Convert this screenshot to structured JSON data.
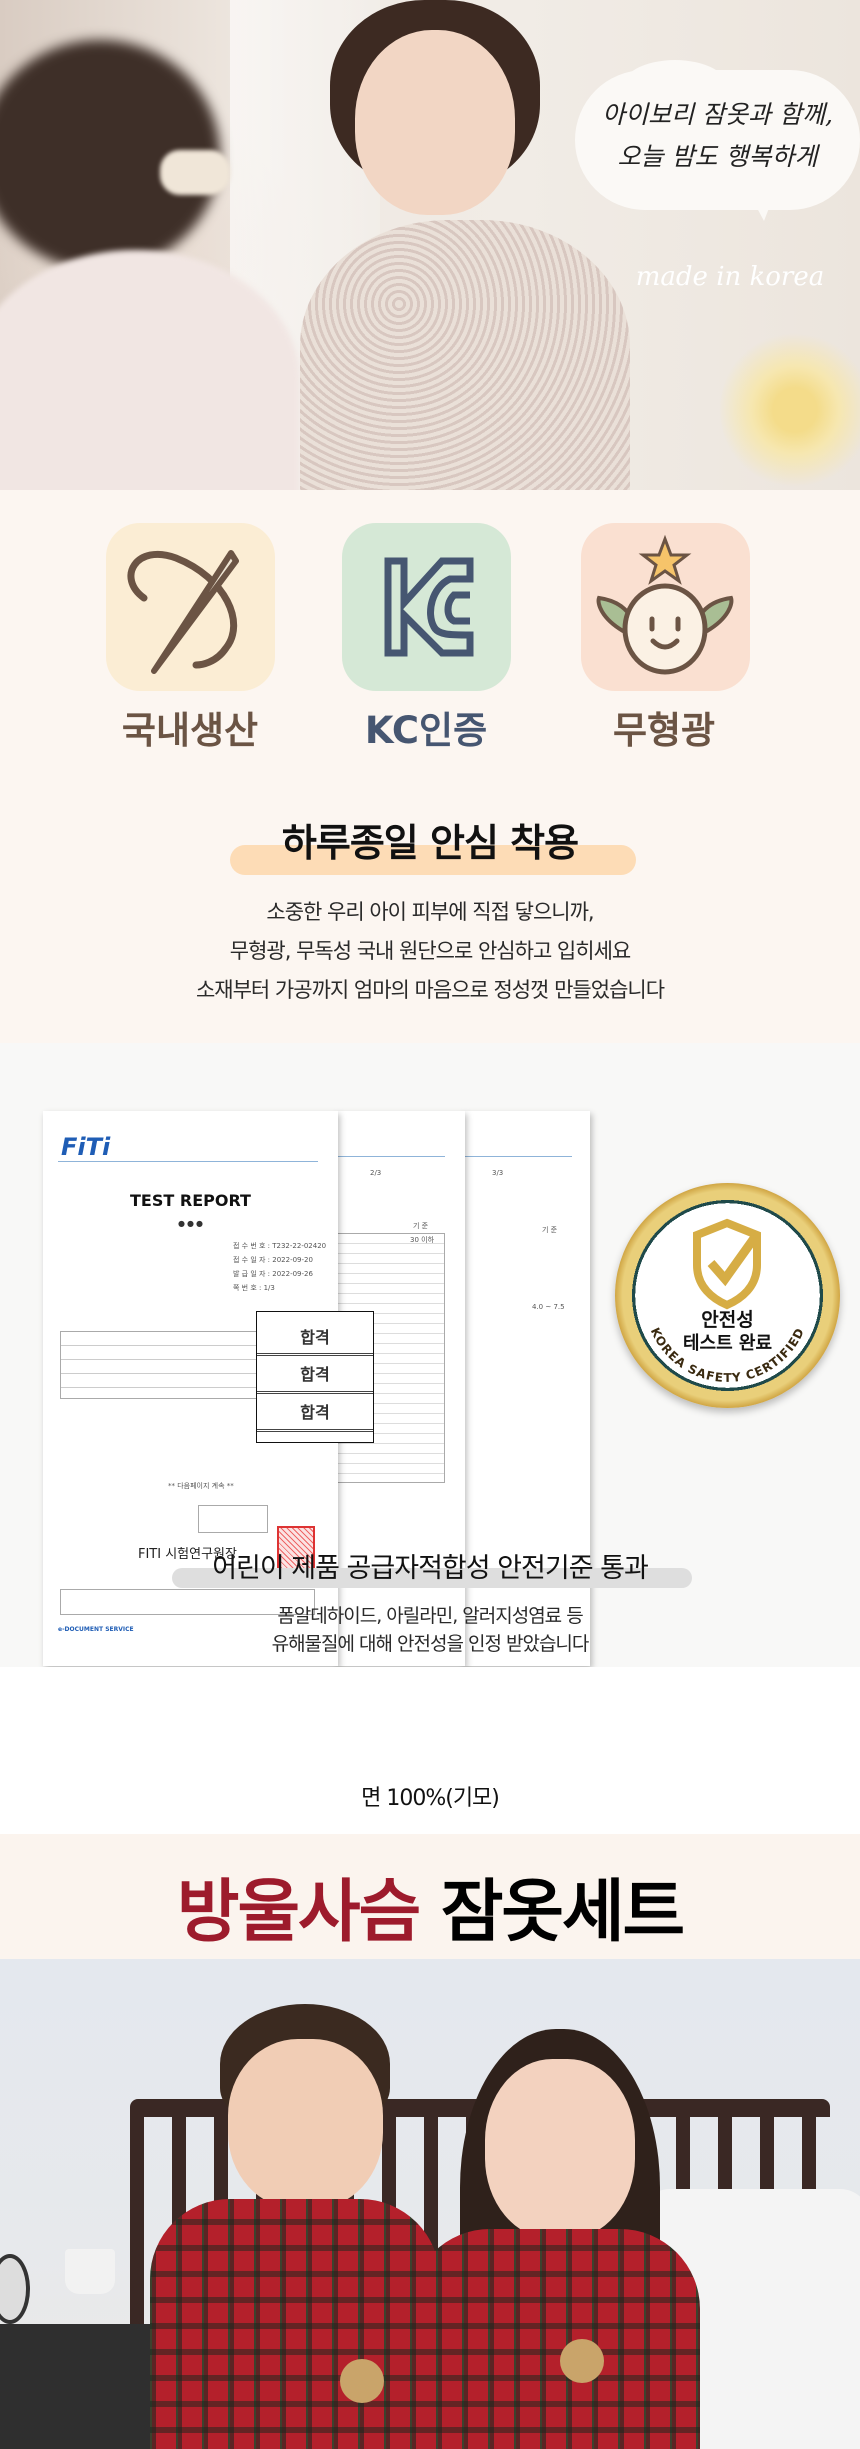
{
  "hero": {
    "speech_line1": "아이보리 잠옷과 함께,",
    "speech_line2": "오늘 밤도 행복하게",
    "made_in": "made in korea"
  },
  "features": {
    "items": [
      {
        "label": "국내생산",
        "icon": "needle-thread-icon",
        "bg": "#fbedd4",
        "color": "#6b5444"
      },
      {
        "label": "KC인증",
        "icon": "kc-mark-icon",
        "bg": "#d5e8d6",
        "color": "#465671"
      },
      {
        "label": "무형광",
        "icon": "smiling-sprout-icon",
        "bg": "#fae0d1",
        "color": "#6b5444"
      }
    ],
    "headline": "하루종일 안심 착용",
    "highlight_color": "#fddcb6",
    "body": [
      "소중한 우리 아이 피부에 직접 닿으니까,",
      "무형광, 무독성 국내 원단으로 안심하고 입히세요",
      "소재부터 가공까지 엄마의 마음으로 정성껏 만들었습니다"
    ]
  },
  "certificate": {
    "logo": "FiTi",
    "title": "TEST REPORT",
    "fields": [
      {
        "k": "접 수 번 호",
        "v": "T232-22-02420"
      },
      {
        "k": "접 수 일 자",
        "v": "2022-09-20"
      },
      {
        "k": "발 급 일 자",
        "v": "2022-09-26"
      },
      {
        "k": "쪽 번 호",
        "v": "1/3"
      }
    ],
    "page2_no": "2/3",
    "page3_no": "3/3",
    "col_header": "기 준",
    "limit_value": "30 이하",
    "ph_value": "4.0 ~ 7.5",
    "results": [
      "합격",
      "합격",
      "합격"
    ],
    "signer": "FITI 시험연구원장",
    "continued": "** 다음페이지 계속 **",
    "service": "e-DOCUMENT SERVICE",
    "badge_line1": "안전성",
    "badge_line2": "테스트 완료",
    "badge_ring": "KOREA SAFETY CERTIFIED",
    "caption": "어린이 제품 공급자적합성 안전기준 통과",
    "sub": [
      "폼알데하이드, 아릴라민, 알러지성염료 등",
      "유해물질에 대해 안전성을 인정 받았습니다"
    ]
  },
  "product": {
    "material": "면 100%(기모)",
    "name_accent": "방울사슴",
    "name_rest": "잠옷세트",
    "accent_color": "#9d1b2c"
  }
}
